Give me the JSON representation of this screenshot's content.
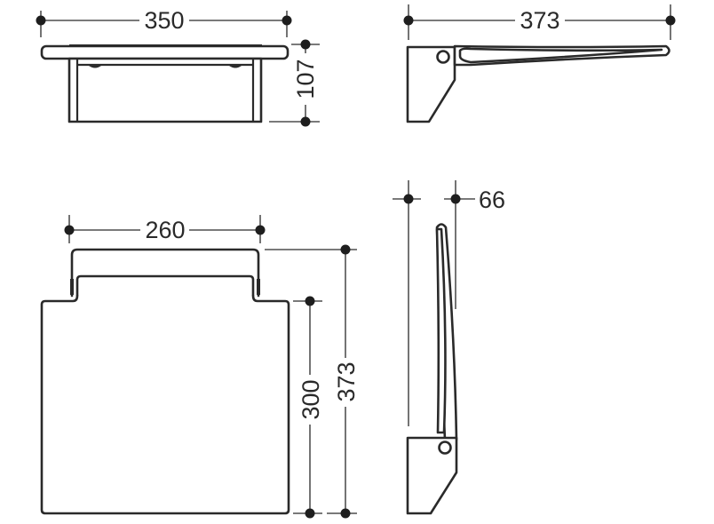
{
  "drawing": {
    "title": "Folding shower seat dimension drawing",
    "line_color": "#2a2a2a",
    "views": [
      {
        "id": "front-view-folded-down",
        "description": "Front view, seat folded down"
      },
      {
        "id": "side-view-folded-down",
        "description": "Side view, seat folded down"
      },
      {
        "id": "top-view",
        "description": "Top view of seat"
      },
      {
        "id": "side-view-folded-up",
        "description": "Side view, seat folded up"
      }
    ],
    "dimensions": {
      "front_width": "350",
      "front_height": "107",
      "side_depth": "373",
      "top_bracket_width": "260",
      "top_seat_depth": "300",
      "top_total_depth": "373",
      "folded_depth": "66"
    },
    "unit": "mm"
  }
}
